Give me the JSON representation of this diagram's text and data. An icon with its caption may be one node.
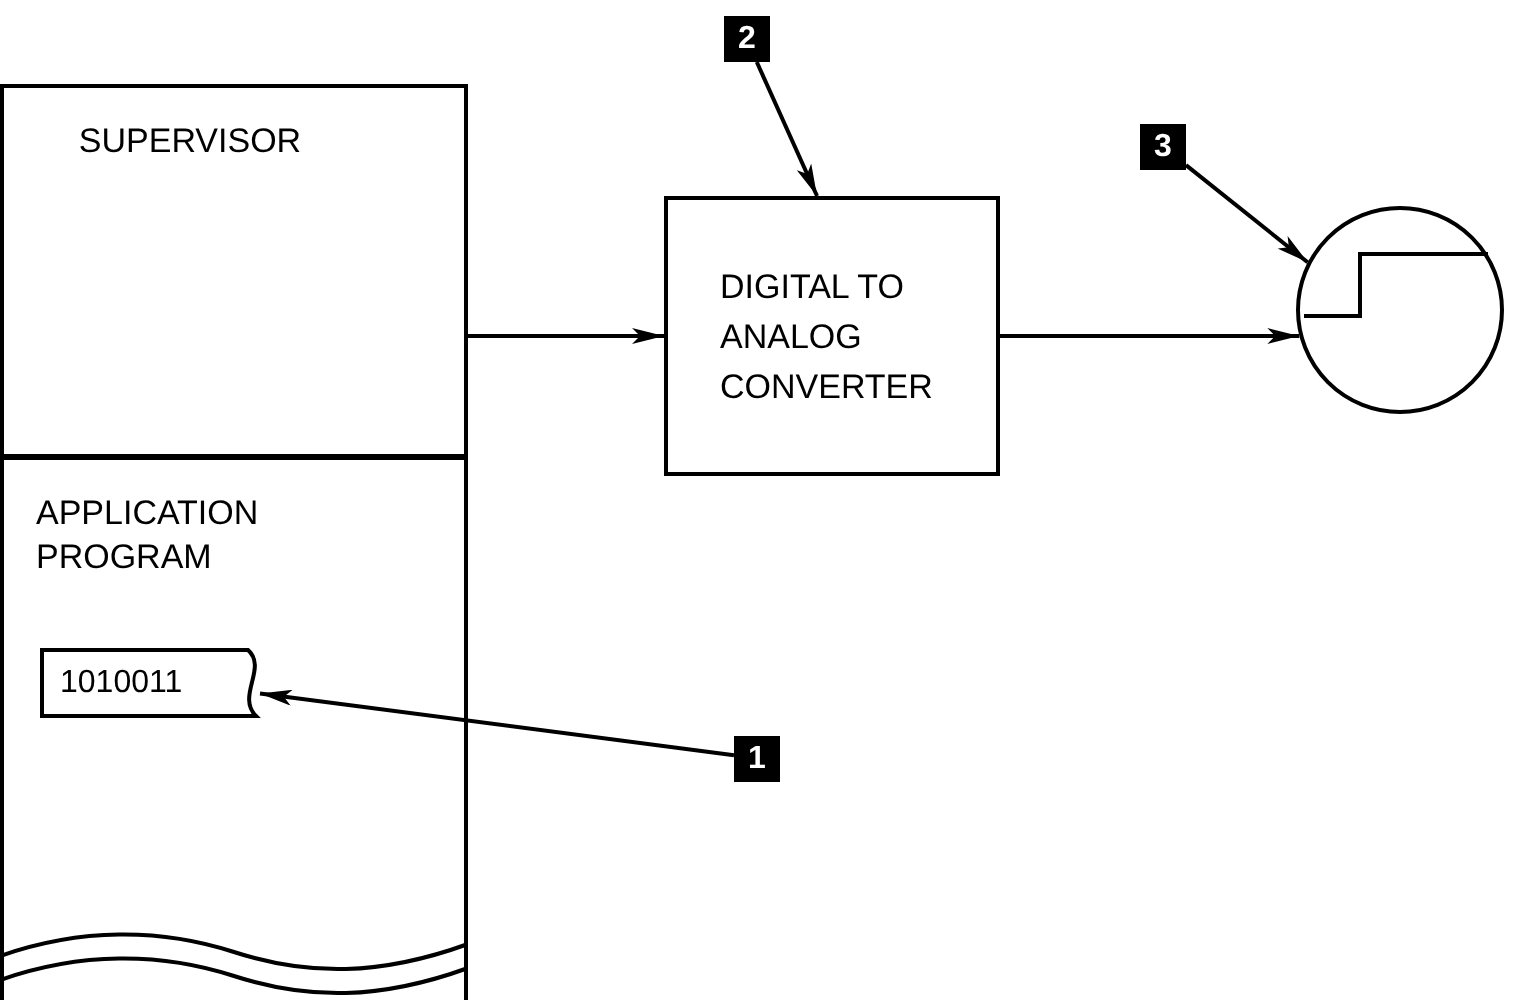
{
  "diagram": {
    "nodes": [
      {
        "text": [
          "SUPERVISOR"
        ]
      },
      {
        "text": [
          "APPLICATION PROGRAM"
        ]
      },
      {
        "text": [
          "1010011"
        ],
        "in": 1
      },
      {
        "text": [
          "1"
        ]
      },
      {
        "text": [
          "DIGITAL TO ANALOG CONVERTER"
        ]
      },
      {
        "text": [
          "2"
        ]
      },
      {
        "text": [],
        "shape": "circle"
      },
      {
        "text": [
          "3"
        ]
      }
    ],
    "edges": [
      {
        "from": 0,
        "to": 4,
        "arrow": "to"
      },
      {
        "from": 4,
        "to": 6,
        "arrow": "to"
      },
      {
        "from": 3,
        "to": 2,
        "arrow": "to"
      },
      {
        "from": 5,
        "to": 4,
        "arrow": "to"
      },
      {
        "from": 7,
        "to": 6,
        "arrow": "to"
      }
    ]
  }
}
